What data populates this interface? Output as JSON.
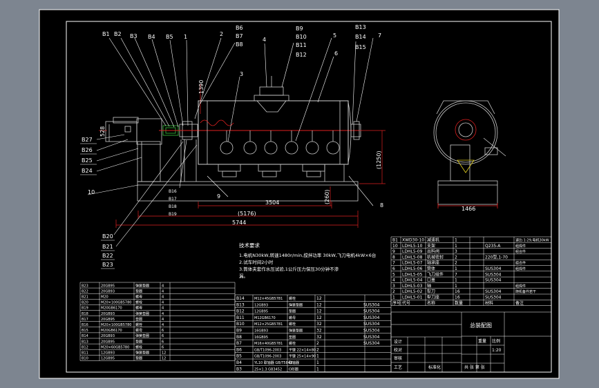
{
  "colors": {
    "background": "#7d8590",
    "paper": "#000000",
    "frame": "#ffffff",
    "drawing": "#ffffff",
    "machine": "#cfcfcf",
    "green": "#39c13a",
    "red": "#e02020",
    "yellow": "#e6d21e"
  },
  "callouts": [
    {
      "id": "B1",
      "text": "B1"
    },
    {
      "id": "B2",
      "text": "B2"
    },
    {
      "id": "B3",
      "text": "B3"
    },
    {
      "id": "B4",
      "text": "B4"
    },
    {
      "id": "B5",
      "text": "B5"
    },
    {
      "id": "c1",
      "text": "1"
    },
    {
      "id": "c2",
      "text": "2"
    },
    {
      "id": "B6",
      "text": "B6"
    },
    {
      "id": "B7",
      "text": "B7"
    },
    {
      "id": "B8",
      "text": "B8"
    },
    {
      "id": "c4",
      "text": "4"
    },
    {
      "id": "B9",
      "text": "B9"
    },
    {
      "id": "B10",
      "text": "B10"
    },
    {
      "id": "B11",
      "text": "B11"
    },
    {
      "id": "B12",
      "text": "B12"
    },
    {
      "id": "c5",
      "text": "5"
    },
    {
      "id": "c6",
      "text": "6"
    },
    {
      "id": "B13",
      "text": "B13"
    },
    {
      "id": "B14",
      "text": "B14"
    },
    {
      "id": "B15",
      "text": "B15"
    },
    {
      "id": "c7",
      "text": "7"
    },
    {
      "id": "c3",
      "text": "3"
    },
    {
      "id": "B27",
      "text": "B27"
    },
    {
      "id": "B26",
      "text": "B26"
    },
    {
      "id": "B25",
      "text": "B25"
    },
    {
      "id": "B24",
      "text": "B24"
    },
    {
      "id": "c10",
      "text": "10"
    },
    {
      "id": "B16",
      "text": "B16"
    },
    {
      "id": "B17",
      "text": "B17"
    },
    {
      "id": "B18",
      "text": "B18"
    },
    {
      "id": "B19",
      "text": "B19"
    },
    {
      "id": "c9",
      "text": "9"
    },
    {
      "id": "c8",
      "text": "8"
    },
    {
      "id": "B20",
      "text": "B20"
    },
    {
      "id": "B21",
      "text": "B21"
    },
    {
      "id": "B22",
      "text": "B22"
    },
    {
      "id": "B23",
      "text": "B23"
    }
  ],
  "dimensions": {
    "d1390": "1390",
    "d528": "528",
    "d1250": "(1250)",
    "d260": "(260)",
    "d3504": "3504",
    "d5176": "(5176)",
    "d5744": "5744",
    "d1466": "1466"
  },
  "notes": {
    "title": "技术要求",
    "line1": "1.电机N30kW,转速1480r/min,搅拌功率 30kW,飞刀电机4kW×6台",
    "line2": "2.试车时间2小时",
    "line3": "3.筒体夹套作水压试验,1公斤压力保压30分钟不渗",
    "line4": "漏。"
  },
  "parts_right": [
    {
      "no": "B1",
      "code": "XWD30-10",
      "name": "减速机",
      "qty": "1",
      "mat": "",
      "note": "速比:1:29,电机30kW"
    },
    {
      "no": "10",
      "code": "LDHL5-10",
      "name": "支架",
      "qty": "1",
      "mat": "Q235-A",
      "note": "组焊件"
    },
    {
      "no": "9",
      "code": "LDHL5-09",
      "name": "出料阀",
      "qty": "3",
      "mat": "",
      "note": "组合件"
    },
    {
      "no": "8",
      "code": "LDHL5-08",
      "name": "机械密封",
      "qty": "2",
      "mat": "220型,1-70",
      "note": ""
    },
    {
      "no": "7",
      "code": "LDHL5-07",
      "name": "轴承座",
      "qty": "2",
      "mat": "",
      "note": "组合件"
    },
    {
      "no": "6",
      "code": "LDHL5-06",
      "name": "筒体",
      "qty": "1",
      "mat": "SUS304",
      "note": "组焊件"
    },
    {
      "no": "5",
      "code": "LDHL5-05",
      "name": "飞刀组件",
      "qty": "7",
      "mat": "SUS304",
      "note": ""
    },
    {
      "no": "4",
      "code": "LDHL5-04",
      "name": "口盖",
      "qty": "1",
      "mat": "SUS304",
      "note": ""
    },
    {
      "no": "3",
      "code": "LDHL5-03",
      "name": "轴",
      "qty": "1",
      "mat": "",
      "note": "组焊件"
    },
    {
      "no": "2",
      "code": "LDHL5-02",
      "name": "犁刀",
      "qty": "16",
      "mat": "SUS304",
      "note": "随机备件若干"
    },
    {
      "no": "1",
      "code": "LDHL5-01",
      "name": "犁刀座",
      "qty": "16",
      "mat": "SUS304",
      "note": ""
    }
  ],
  "parts_right_header": {
    "no": "序号",
    "code": "代号",
    "name": "名称",
    "qty": "数量",
    "mat": "材料",
    "note": "备注"
  },
  "parts_mid": [
    {
      "no": "B14",
      "code": "M12×45GB5781",
      "name": "螺栓",
      "qty": "12",
      "mat": ""
    },
    {
      "no": "B13",
      "code": "12GB93",
      "name": "弹簧垫圈",
      "qty": "12",
      "mat": "SUS304"
    },
    {
      "no": "B12",
      "code": "12GB95",
      "name": "垫圈",
      "qty": "12",
      "mat": "SUS304"
    },
    {
      "no": "B11",
      "code": "M12GB6170",
      "name": "螺母",
      "qty": "12",
      "mat": "SUS304"
    },
    {
      "no": "B10",
      "code": "M12×25GB5781",
      "name": "螺栓",
      "qty": "32",
      "mat": "SUS304"
    },
    {
      "no": "B9",
      "code": "16GB93",
      "name": "弹簧垫圈",
      "qty": "32",
      "mat": "SUS304"
    },
    {
      "no": "B8",
      "code": "16GB95",
      "name": "垫圈",
      "qty": "32",
      "mat": "SUS304"
    },
    {
      "no": "B7",
      "code": "M16×40GB5781",
      "name": "螺栓",
      "qty": "2",
      "mat": "SUS304"
    },
    {
      "no": "B6",
      "code": "GB/T1096-2003",
      "name": "平键 22×14×80",
      "qty": "2",
      "mat": ""
    },
    {
      "no": "B5",
      "code": "GB/T1096-2003",
      "name": "平键 25×14×90",
      "qty": "1",
      "mat": ""
    },
    {
      "no": "B4",
      "code": "YL10 联轴器 GB/T5843",
      "name": "联轴器",
      "qty": "1",
      "mat": ""
    },
    {
      "no": "B3",
      "code": "25×1.3 GB3452",
      "name": "O形圈",
      "qty": "1",
      "mat": ""
    }
  ],
  "parts_left": [
    {
      "no": "B23",
      "code": "20GB95",
      "name": "弹簧垫圈",
      "qty": "4"
    },
    {
      "no": "B22",
      "code": "20GB93",
      "name": "垫圈",
      "qty": "4"
    },
    {
      "no": "B21",
      "code": "M20",
      "name": "螺母",
      "qty": "4"
    },
    {
      "no": "B20",
      "code": "M20×100GB5780",
      "name": "螺栓",
      "qty": "4"
    },
    {
      "no": "B19",
      "code": "M20GB6170",
      "name": "螺母",
      "qty": "4"
    },
    {
      "no": "B18",
      "code": "20GB93",
      "name": "弹簧垫圈",
      "qty": "4"
    },
    {
      "no": "B17",
      "code": "20GB95",
      "name": "垫圈",
      "qty": "4"
    },
    {
      "no": "B16",
      "code": "M20×100GB5780",
      "name": "螺栓",
      "qty": "4"
    },
    {
      "no": "B15",
      "code": "M20GB6170",
      "name": "螺母",
      "qty": "6"
    },
    {
      "no": "B14",
      "code": "20GB93",
      "name": "弹簧垫圈",
      "qty": "6"
    },
    {
      "no": "B13",
      "code": "20GB95",
      "name": "垫圈",
      "qty": "6"
    },
    {
      "no": "B12",
      "code": "M20×60GB5780",
      "name": "螺栓",
      "qty": "6"
    },
    {
      "no": "B11",
      "code": "12GB93",
      "name": "弹簧垫圈",
      "qty": "12"
    },
    {
      "no": "B10",
      "code": "12GB95",
      "name": "垫圈",
      "qty": "12"
    }
  ],
  "title_block": {
    "drawing_title": "总装配图",
    "designer": "设计",
    "checker": "校对",
    "approver": "审核",
    "process": "工艺",
    "scale_label": "比例",
    "scale": "1:20",
    "sheet": "共 张  第 张",
    "weight_label": "重量",
    "std": "标准化"
  }
}
